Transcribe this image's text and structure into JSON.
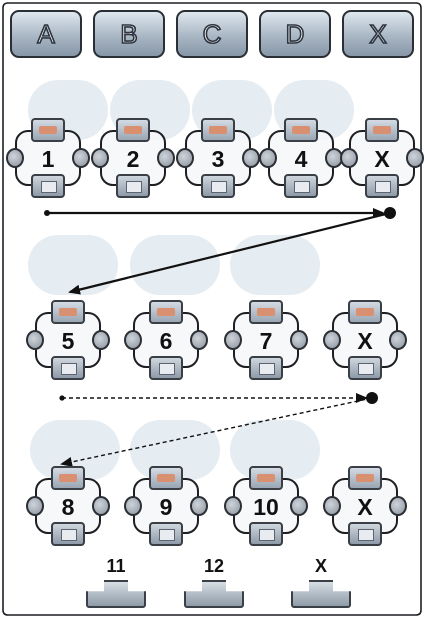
{
  "columns": [
    "A",
    "B",
    "C",
    "D",
    "X"
  ],
  "rows": [
    {
      "tiles": [
        "1",
        "2",
        "3",
        "4",
        "X"
      ]
    },
    {
      "tiles": [
        "5",
        "6",
        "7",
        "X"
      ]
    },
    {
      "tiles": [
        "8",
        "9",
        "10",
        "X"
      ]
    }
  ],
  "extras": [
    "11",
    "12",
    "X"
  ]
}
